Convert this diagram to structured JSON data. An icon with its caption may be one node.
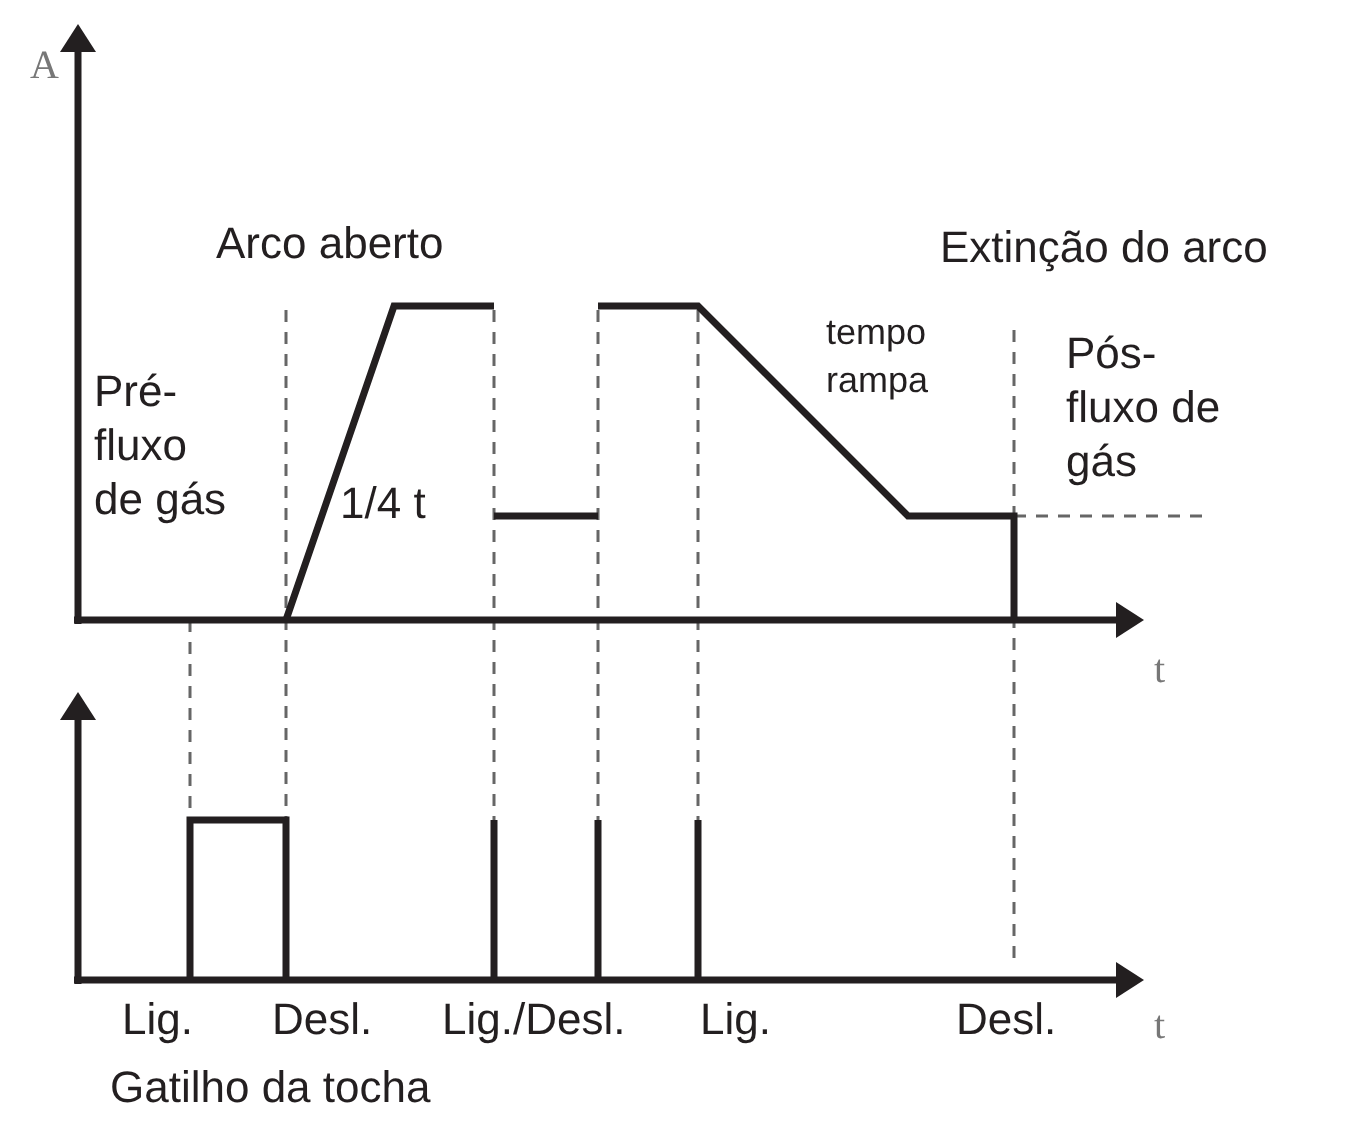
{
  "diagram": {
    "labels": [
      "A",
      "Arco aberto",
      "Extinção do arco",
      "tempo rampa",
      "Pré- fluxo de gás",
      "Pós- fluxo de gás",
      "1/4 t",
      "t",
      "Lig.",
      "Desl.",
      "Lig./Desl.",
      "Lig.",
      "Desl.",
      "t",
      "Gatilho da tocha"
    ]
  }
}
